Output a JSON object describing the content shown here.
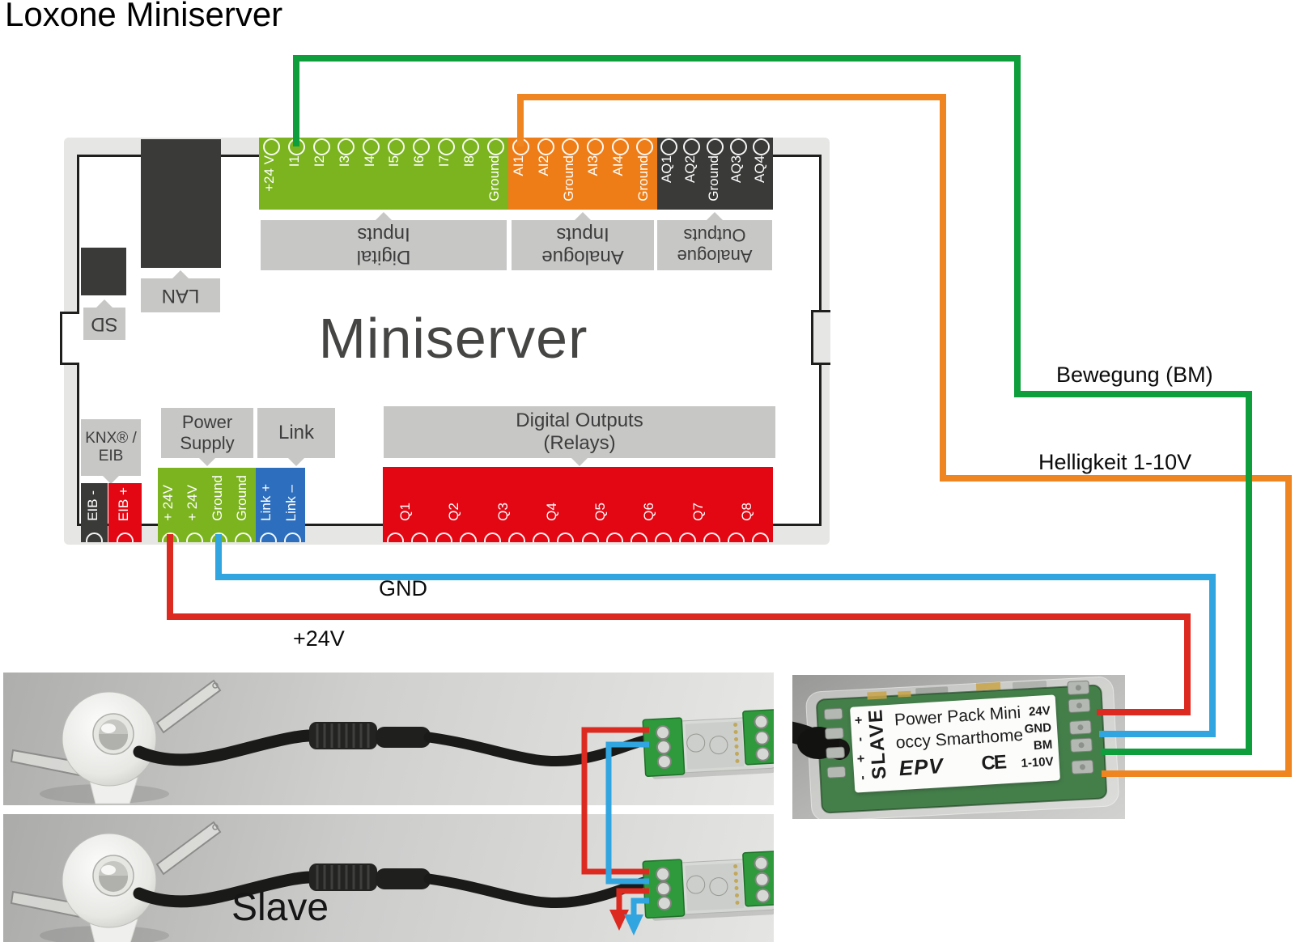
{
  "title": "Loxone Miniserver",
  "miniserver": {
    "name": "Miniserver",
    "top_groups": [
      {
        "id": "digital-inputs",
        "label": "Digital\nInputs",
        "terminals": [
          "+24 V",
          "I1",
          "I2",
          "I3",
          "I4",
          "I5",
          "I6",
          "I7",
          "I8",
          "Ground"
        ]
      },
      {
        "id": "analogue-inputs",
        "label": "Analogue\nInputs",
        "terminals": [
          "AI1",
          "AI2",
          "Ground",
          "AI3",
          "AI4",
          "Ground"
        ]
      },
      {
        "id": "analogue-outputs",
        "label": "Analogue\nOutputs",
        "terminals": [
          "AQ1",
          "AQ2",
          "Ground",
          "AQ3",
          "AQ4"
        ]
      }
    ],
    "ports": [
      {
        "label": "LAN"
      },
      {
        "label": "SD"
      }
    ],
    "bottom_groups": [
      {
        "id": "knx",
        "label": "KNX® /\nEIB",
        "terminals": [
          "EIB -",
          "EIB +"
        ]
      },
      {
        "id": "power-supply",
        "label": "Power\nSupply",
        "terminals": [
          "+ 24V",
          "+ 24V",
          "Ground",
          "Ground"
        ]
      },
      {
        "id": "link",
        "label": "Link",
        "terminals": [
          "Link +",
          "Link –"
        ]
      },
      {
        "id": "digital-outputs",
        "label": "Digital Outputs\n(Relays)",
        "terminals": [
          "Q1",
          "Q2",
          "Q3",
          "Q4",
          "Q5",
          "Q6",
          "Q7",
          "Q8"
        ]
      }
    ]
  },
  "wire_labels": {
    "bm": "Bewegung (BM)",
    "brightness": "Helligkeit 1-10V",
    "gnd": "GND",
    "p24": "+24V"
  },
  "wire_colors": {
    "green": "#0f9e3c",
    "orange": "#ef8521",
    "blue": "#31a5e0",
    "red": "#dd2a20"
  },
  "powerpack": {
    "line1": "Power Pack Mini",
    "line2": "occy Smarthome",
    "brand": "EPV",
    "ce_mark": "CE",
    "slave": "SLAVE",
    "polarity": "- + - +",
    "terminals": [
      "24V",
      "GND",
      "BM",
      "1-10V"
    ]
  },
  "slave_caption": "Slave"
}
